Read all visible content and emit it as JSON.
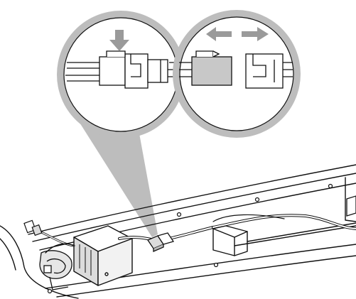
{
  "diagram": {
    "palette": {
      "ink": "#111111",
      "callout_fill": "#bdbdbd",
      "arrow_grey": "#9a9a9a",
      "connector_grey": "#c8c8c8",
      "background": "#ffffff"
    },
    "callouts": [
      {
        "id": "connected",
        "state": "plug-latched",
        "arrow": "press-down-arrow"
      },
      {
        "id": "disconnected",
        "state": "plug-separated",
        "arrow": "double-horizontal-arrow"
      }
    ],
    "parts": [
      "treadmill-base",
      "control-box",
      "wire-harness",
      "inline-connector",
      "end-connector",
      "motor-bracket"
    ]
  }
}
